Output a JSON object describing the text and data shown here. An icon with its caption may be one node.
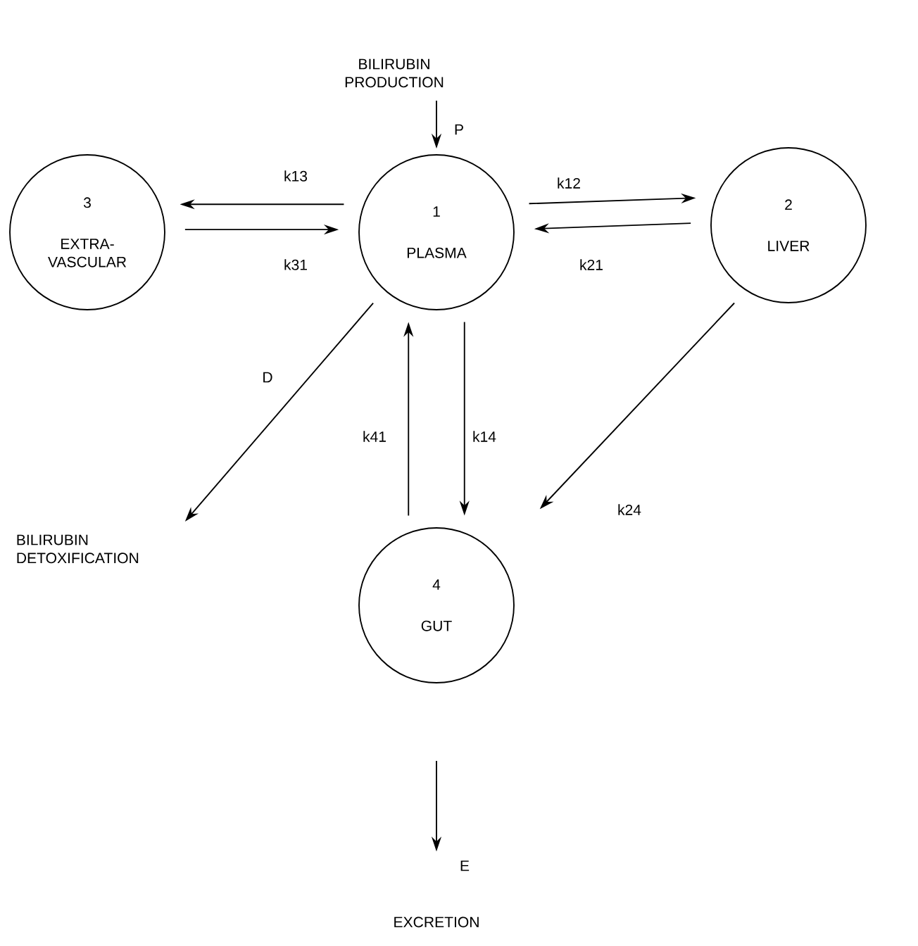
{
  "diagram": {
    "nodes": [
      {
        "text": [
          "BILIRUBIN PRODUCTION"
        ]
      },
      {
        "text": [
          "1",
          "PLASMA"
        ]
      },
      {
        "text": [
          "2",
          "LIVER"
        ]
      },
      {
        "text": [
          "3",
          "EXTRA- VASCULAR"
        ]
      },
      {
        "text": [
          "4",
          "GUT"
        ]
      },
      {
        "text": [
          "BILIRUBIN DETOXIFICATION"
        ]
      },
      {
        "text": [
          "EXCRETION"
        ]
      }
    ],
    "edges": [
      {
        "from": 0,
        "to": 1,
        "arrow": "to",
        "label": "P"
      },
      {
        "from": 1,
        "to": 3,
        "arrow": "to",
        "label": "k13"
      },
      {
        "from": 3,
        "to": 1,
        "arrow": "to",
        "label": "k31"
      },
      {
        "from": 1,
        "to": 2,
        "arrow": "to",
        "label": "k12"
      },
      {
        "from": 2,
        "to": 1,
        "arrow": "to",
        "label": "k21"
      },
      {
        "from": 1,
        "to": 5,
        "arrow": "to",
        "label": "D"
      },
      {
        "from": 4,
        "to": 1,
        "arrow": "to",
        "label": "k41"
      },
      {
        "from": 1,
        "to": 4,
        "arrow": "to",
        "label": "k14"
      },
      {
        "from": 2,
        "to": 4,
        "arrow": "to",
        "label": "k24"
      },
      {
        "from": 4,
        "to": 6,
        "arrow": "to",
        "label": "E"
      }
    ]
  }
}
